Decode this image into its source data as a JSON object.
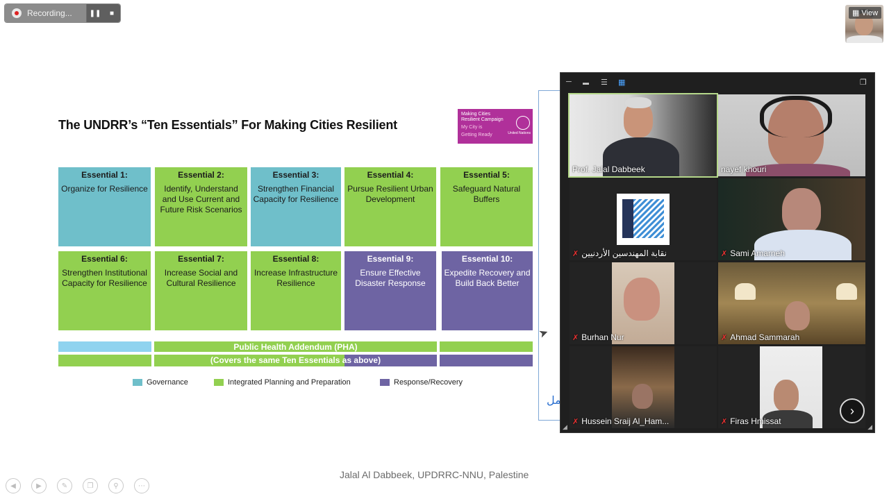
{
  "recording": {
    "label": "Recording...",
    "pause_icon": "pause-icon",
    "stop_icon": "stop-icon"
  },
  "view_button": {
    "label": "View"
  },
  "slide": {
    "title": "The UNDRR’s “Ten Essentials” For Making Cities Resilient",
    "logo": {
      "line1": "Making Cities",
      "line2": "Resilient Campaign",
      "line3": "My City is",
      "line4": "Getting Ready",
      "line5": "United Nations"
    },
    "essentials": [
      {
        "heading": "Essential 1:",
        "text": "Organize for Resilience",
        "category": "governance"
      },
      {
        "heading": "Essential 2:",
        "text": "Identify, Understand and Use Current and Future Risk Scenarios",
        "category": "planning"
      },
      {
        "heading": "Essential 3:",
        "text": "Strengthen Financial Capacity for Resilience",
        "category": "governance"
      },
      {
        "heading": "Essential 4:",
        "text": "Pursue Resilient Urban Development",
        "category": "planning"
      },
      {
        "heading": "Essential 5:",
        "text": "Safeguard Natural Buffers",
        "category": "planning"
      },
      {
        "heading": "Essential 6:",
        "text": "Strengthen Institutional Capacity for Resilience",
        "category": "planning"
      },
      {
        "heading": "Essential 7:",
        "text": "Increase Social and Cultural Resilience",
        "category": "planning"
      },
      {
        "heading": "Essential 8:",
        "text": "Increase Infrastructure Resilience",
        "category": "planning"
      },
      {
        "heading": "Essential 9:",
        "text": "Ensure Effective Disaster Response",
        "category": "response"
      },
      {
        "heading": "Essential 10:",
        "text": "Expedite Recovery and Build Back Better",
        "category": "response"
      }
    ],
    "pha_line1": "Public Health Addendum (PHA)",
    "pha_line2": "(Covers the same Ten Essentials as above)",
    "legend": [
      {
        "label": "Governance",
        "color": "#6fbfca"
      },
      {
        "label": "Integrated Planning and Preparation",
        "color": "#92d050"
      },
      {
        "label": "Response/Recovery",
        "color": "#6e64a3"
      }
    ],
    "footer": "Jalal Al Dabbeek, UPDRRC-NNU, Palestine",
    "arabic_glimpse": "مل"
  },
  "colors": {
    "governance": "#6fbfca",
    "planning": "#92d050",
    "response": "#6e64a3",
    "active_speaker": "#b5d88a"
  },
  "gallery": {
    "participants": [
      {
        "name": "Prof.  Jalal Dabbeek",
        "muted": false,
        "active": true
      },
      {
        "name": "nayef khouri",
        "muted": false,
        "active": false
      },
      {
        "name": "نقابة المهندسين الأردنيين",
        "muted": true,
        "active": false
      },
      {
        "name": "Sami Amarneh",
        "muted": true,
        "active": false
      },
      {
        "name": "Burhan Nur",
        "muted": true,
        "active": false
      },
      {
        "name": "Ahmad Sammarah",
        "muted": true,
        "active": false
      },
      {
        "name": "Hussein Sraij Al_Ham...",
        "muted": true,
        "active": false
      },
      {
        "name": "Firas Hmissat",
        "muted": true,
        "active": false
      }
    ]
  },
  "toolbar_icons": [
    "prev-slide-icon",
    "next-slide-icon",
    "pen-icon",
    "copy-icon",
    "zoom-icon",
    "more-icon"
  ]
}
